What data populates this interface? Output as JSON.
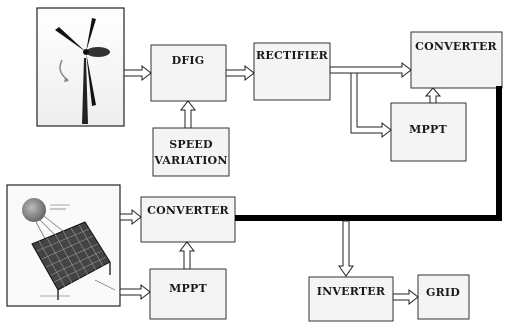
{
  "diagram": {
    "blocks": {
      "dfig": "DFIG",
      "rectifier": "RECTIFIER",
      "converter_wind": "CONVERTER",
      "mppt_wind": "MPPT",
      "speed_variation_line1": "SPEED",
      "speed_variation_line2": "VARIATION",
      "converter_pv": "CONVERTER",
      "mppt_pv": "MPPT",
      "inverter": "INVERTER",
      "grid": "GRID"
    },
    "icons": {
      "wind": "wind-turbine-icon",
      "solar": "solar-panel-icon"
    },
    "colors": {
      "line": "#1a1a1a",
      "box_fill": "#f4f4f4",
      "box_stroke": "#333333",
      "arrow_fill": "#ffffff"
    }
  }
}
